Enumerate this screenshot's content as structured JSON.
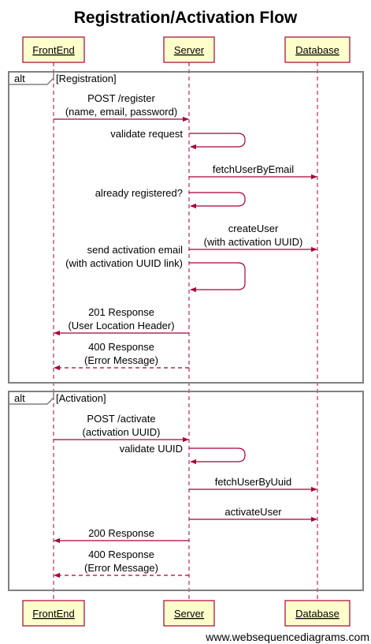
{
  "title": "Registration/Activation Flow",
  "footer": "www.websequencediagrams.com",
  "colors": {
    "participant_fill": "#ffffcc",
    "participant_border": "#a80036",
    "lifeline": "#a80036",
    "arrow": "#a80036",
    "frame_border": "#808080",
    "text": "#000000"
  },
  "participants": [
    "FrontEnd",
    "Server",
    "Database"
  ],
  "frames": [
    {
      "tag": "alt",
      "guard": "[Registration]",
      "messages": [
        {
          "from": "FrontEnd",
          "to": "Server",
          "lines": [
            "POST /register",
            "(name, email, password)"
          ],
          "style": "solid"
        },
        {
          "from": "Server",
          "to": "Server",
          "lines": [
            "validate request"
          ],
          "style": "solid"
        },
        {
          "from": "Server",
          "to": "Database",
          "lines": [
            "fetchUserByEmail"
          ],
          "style": "solid"
        },
        {
          "from": "Server",
          "to": "Server",
          "lines": [
            "already registered?"
          ],
          "style": "solid"
        },
        {
          "from": "Server",
          "to": "Database",
          "lines": [
            "createUser",
            "(with activation UUID)"
          ],
          "style": "solid"
        },
        {
          "from": "Server",
          "to": "Server",
          "lines": [
            "send activation email",
            "(with activation UUID link)"
          ],
          "style": "solid"
        },
        {
          "from": "Server",
          "to": "FrontEnd",
          "lines": [
            "201 Response",
            "(User Location Header)"
          ],
          "style": "solid"
        },
        {
          "from": "Server",
          "to": "FrontEnd",
          "lines": [
            "400 Response",
            "(Error Message)"
          ],
          "style": "dashed"
        }
      ]
    },
    {
      "tag": "alt",
      "guard": "[Activation]",
      "messages": [
        {
          "from": "FrontEnd",
          "to": "Server",
          "lines": [
            "POST /activate",
            "(activation UUID)"
          ],
          "style": "solid"
        },
        {
          "from": "Server",
          "to": "Database",
          "lines": [
            "fetchUserByUuid"
          ],
          "style": "solid"
        },
        {
          "from": "Server",
          "to": "Server",
          "lines": [
            "validate UUID"
          ],
          "style": "solid"
        },
        {
          "from": "Server",
          "to": "Database",
          "lines": [
            "activateUser"
          ],
          "style": "solid"
        },
        {
          "from": "Server",
          "to": "FrontEnd",
          "lines": [
            "200 Response"
          ],
          "style": "solid"
        },
        {
          "from": "Server",
          "to": "FrontEnd",
          "lines": [
            "400 Response",
            "(Error Message)"
          ],
          "style": "dashed"
        }
      ]
    }
  ]
}
